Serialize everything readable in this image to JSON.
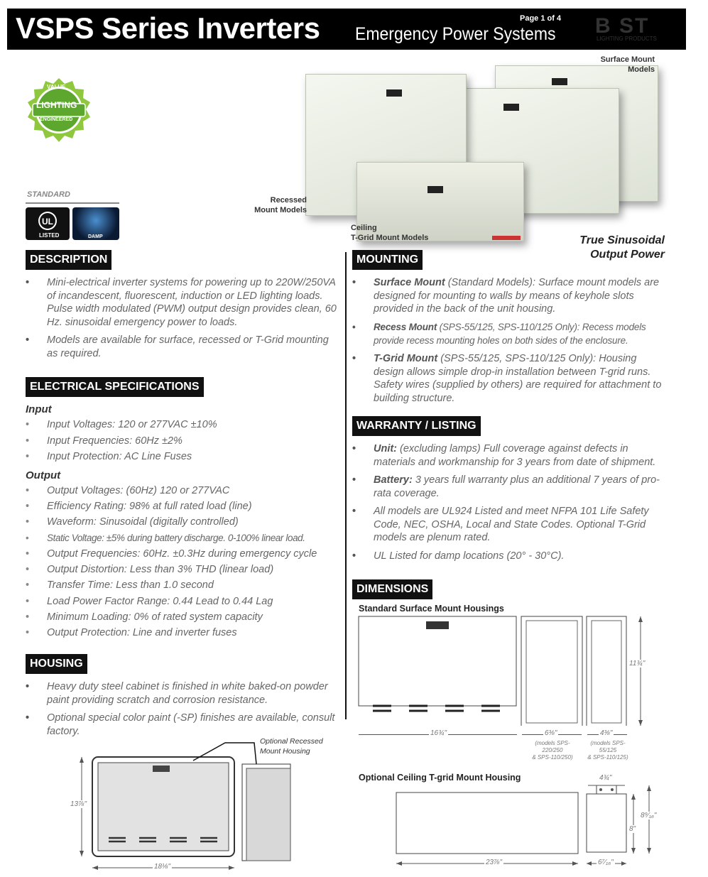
{
  "header": {
    "title": "VSPS Series Inverters",
    "subtitle": "Emergency Power Systems",
    "page": "Page 1 of 4",
    "logo": "B  ST",
    "logo_sub": "LIGHTING PRODUCTS"
  },
  "badge": {
    "top": "VALUE",
    "middle": "LIGHTING",
    "bottom": "ENGINEERED"
  },
  "standard": {
    "label": "STANDARD",
    "ul": "LISTED",
    "damp": "DAMP"
  },
  "photo": {
    "surface": "Surface Mount\nModels",
    "recessed": "Recessed\nMount Models",
    "ceiling": "Ceiling\nT-Grid Mount Models",
    "tagline": "True Sinusoidal\nOutput Power"
  },
  "description": {
    "title": "DESCRIPTION",
    "items": [
      "Mini-electrical inverter systems for powering up to 220W/250VA of incandescent, fluorescent, induction or LED lighting loads. Pulse width modulated (PWM) output design provides clean, 60 Hz. sinusoidal emergency power to loads.",
      "Models are available for surface, recessed or T-Grid mounting as required."
    ]
  },
  "electrical": {
    "title": "ELECTRICAL SPECIFICATIONS",
    "input_label": "Input",
    "input": [
      "Input Voltages: 120 or 277VAC ±10%",
      "Input Frequencies: 60Hz ±2%",
      "Input Protection: AC Line Fuses"
    ],
    "output_label": "Output",
    "output": [
      "Output Voltages: (60Hz) 120 or 277VAC",
      "Efficiency Rating: 98% at full rated load (line)",
      "Waveform: Sinusoidal (digitally controlled)",
      "Static Voltage: ±5% during battery discharge. 0-100% linear load.",
      "Output Frequencies: 60Hz. ±0.3Hz during emergency cycle",
      "Output Distortion: Less than 3% THD (linear load)",
      "Transfer Time: Less than 1.0 second",
      "Load Power Factor Range: 0.44 Lead to 0.44 Lag",
      "Minimum Loading: 0% of rated system capacity",
      "Output Protection: Line and inverter fuses"
    ]
  },
  "housing": {
    "title": "HOUSING",
    "items": [
      "Heavy duty steel cabinet is finished in white baked-on powder paint providing scratch and corrosion resistance.",
      "Optional special color paint (-SP) finishes are available, consult factory."
    ],
    "recessed_label": "Optional Recessed\nMount Housing",
    "dim_height": "13⅞\"",
    "dim_width": "18⅛\""
  },
  "mounting": {
    "title": "MOUNTING",
    "items": [
      {
        "bold": "Surface Mount",
        "text": " (Standard Models): Surface mount models are designed for mounting to walls by means of keyhole slots provided in the back of the unit housing."
      },
      {
        "bold": "Recess Mount",
        "text": " (SPS-55/125, SPS-110/125 Only): Recess models provide recess mounting holes on both sides of the enclosure."
      },
      {
        "bold": "T-Grid Mount",
        "text": " (SPS-55/125, SPS-110/125 Only): Housing design allows simple drop-in installation between T-grid runs. Safety wires (supplied by others) are required for attachment to building structure."
      }
    ]
  },
  "warranty": {
    "title": "WARRANTY / LISTING",
    "items": [
      {
        "bold": "Unit:",
        "text": " (excluding lamps) Full coverage against defects in materials and workmanship for 3 years from date of shipment."
      },
      {
        "bold": "Battery:",
        "text": " 3 years full warranty plus an additional 7 years of pro-rata coverage."
      },
      {
        "bold": "",
        "text": "All models are UL924 Listed and meet NFPA 101 Life Safety Code, NEC, OSHA, Local and State Codes. Optional T-Grid models are plenum rated."
      },
      {
        "bold": "",
        "text": "UL Listed for damp locations (20° - 30°C)."
      }
    ]
  },
  "dimensions": {
    "title": "DIMENSIONS",
    "surface_title": "Standard Surface Mount Housings",
    "surface_width": "16¾\"",
    "surface_height": "11¾\"",
    "depth1": "6⅜\"",
    "depth1_note": "(models SPS-\n220/250\n& SPS-110/250)",
    "depth2": "4⅜\"",
    "depth2_note": "(models SPS-\n55/125\n& SPS-110/125)",
    "tgrid_title": "Optional Ceiling T-grid Mount Housing",
    "tgrid_width": "23⅞\"",
    "tgrid_depth_top": "4¾\"",
    "tgrid_depth_bottom": "6⁷⁄₁₆\"",
    "tgrid_height_outer": "8⁹⁄₁₆\"",
    "tgrid_height_inner": "8\""
  }
}
